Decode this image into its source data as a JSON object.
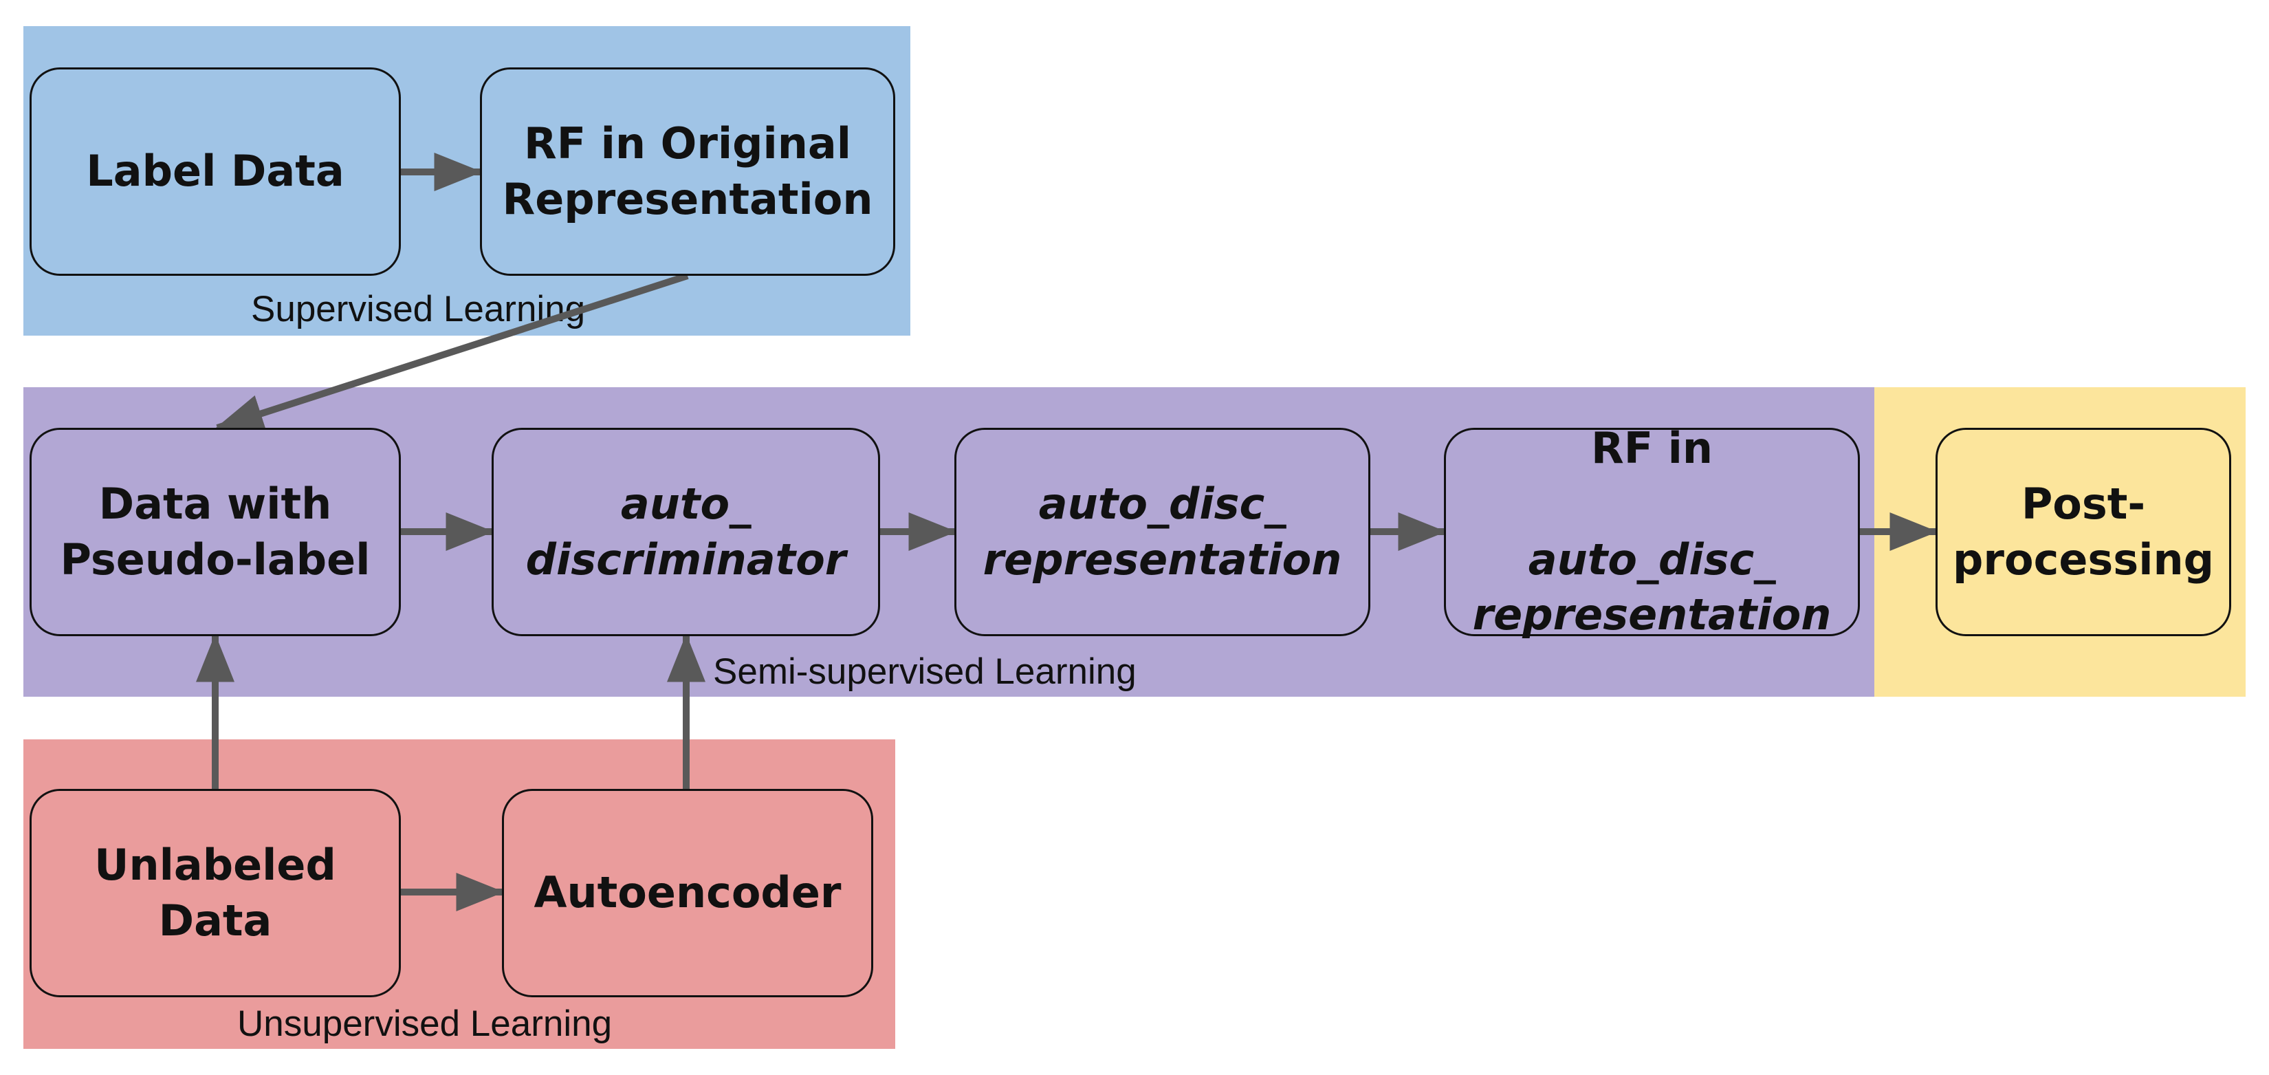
{
  "regions": {
    "supervised": "Supervised Learning",
    "semi_supervised": "Semi-supervised Learning",
    "unsupervised": "Unsupervised Learning"
  },
  "nodes": {
    "label_data": "Label Data",
    "rf_original": "RF in Original\nRepresentation",
    "pseudo_label": "Data with\nPseudo-label",
    "auto_discriminator": "auto_\ndiscriminator",
    "auto_disc_representation": "auto_disc_\nrepresentation",
    "rf_auto_disc": "RF in\nauto_disc_\nrepresentation",
    "post_processing": "Post-\nprocessing",
    "unlabeled_data": "Unlabeled\nData",
    "autoencoder": "Autoencoder"
  },
  "colors": {
    "supervised": "#a0c4e6",
    "semi_supervised": "#b2a7d4",
    "post_processing": "#fce59c",
    "unsupervised": "#ea9c9c",
    "arrow": "#595959"
  }
}
